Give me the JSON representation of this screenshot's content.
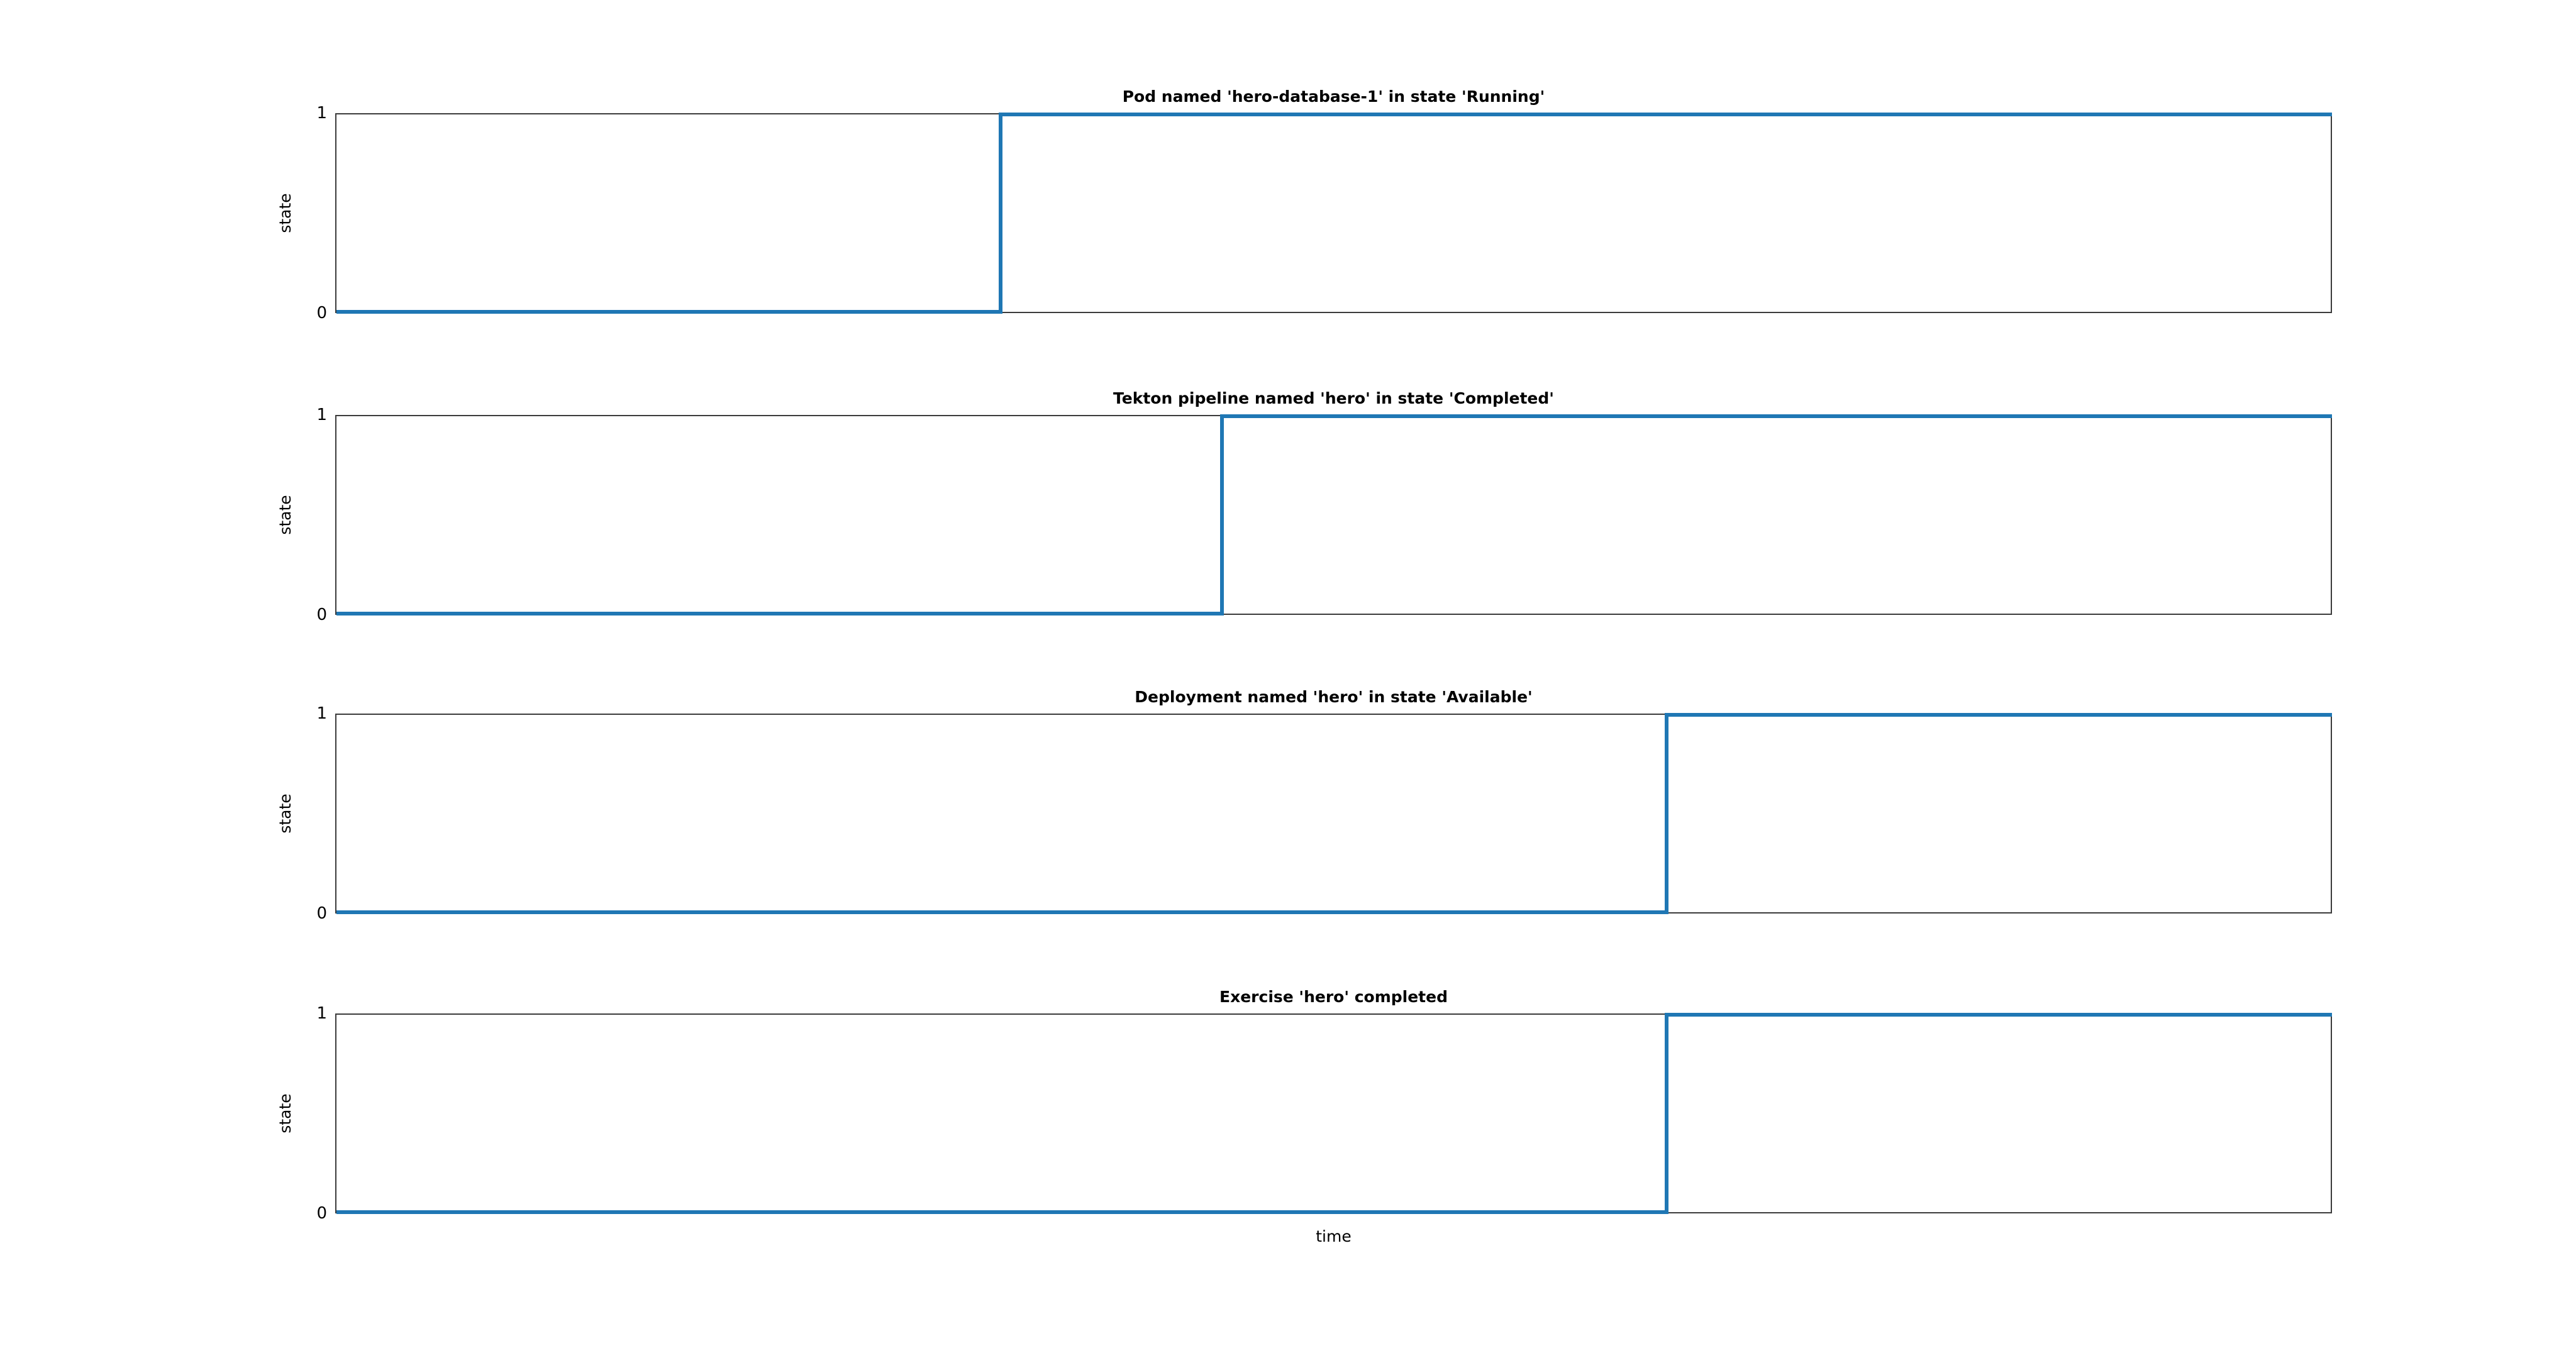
{
  "figure": {
    "background_color": "#ffffff",
    "line_color": "#1f77b4",
    "axis_color": "#3b3b3b",
    "xlabel": "time"
  },
  "chart_data": [
    {
      "type": "line",
      "title": "Pod named 'hero-database-1' in state 'Running'",
      "xlabel": "",
      "ylabel": "state",
      "ylim": [
        0,
        1
      ],
      "yticks": [
        "0",
        "1"
      ],
      "grid": false,
      "legend": null,
      "drawstyle": "steps-post",
      "x": [
        0.0,
        0.333,
        0.333,
        1.0
      ],
      "y": [
        0,
        0,
        1,
        1
      ],
      "transition_fraction": 0.333
    },
    {
      "type": "line",
      "title": "Tekton pipeline named 'hero' in state 'Completed'",
      "xlabel": "",
      "ylabel": "state",
      "ylim": [
        0,
        1
      ],
      "yticks": [
        "0",
        "1"
      ],
      "grid": false,
      "legend": null,
      "drawstyle": "steps-post",
      "x": [
        0.0,
        0.444,
        0.444,
        1.0
      ],
      "y": [
        0,
        0,
        1,
        1
      ],
      "transition_fraction": 0.444
    },
    {
      "type": "line",
      "title": "Deployment named 'hero' in state 'Available'",
      "xlabel": "",
      "ylabel": "state",
      "ylim": [
        0,
        1
      ],
      "yticks": [
        "0",
        "1"
      ],
      "grid": false,
      "legend": null,
      "drawstyle": "steps-post",
      "x": [
        0.0,
        0.667,
        0.667,
        1.0
      ],
      "y": [
        0,
        0,
        1,
        1
      ],
      "transition_fraction": 0.667
    },
    {
      "type": "line",
      "title": "Exercise 'hero' completed",
      "xlabel": "time",
      "ylabel": "state",
      "ylim": [
        0,
        1
      ],
      "yticks": [
        "0",
        "1"
      ],
      "grid": false,
      "legend": null,
      "drawstyle": "steps-post",
      "x": [
        0.0,
        0.667,
        0.667,
        1.0
      ],
      "y": [
        0,
        0,
        1,
        1
      ],
      "transition_fraction": 0.667
    }
  ]
}
